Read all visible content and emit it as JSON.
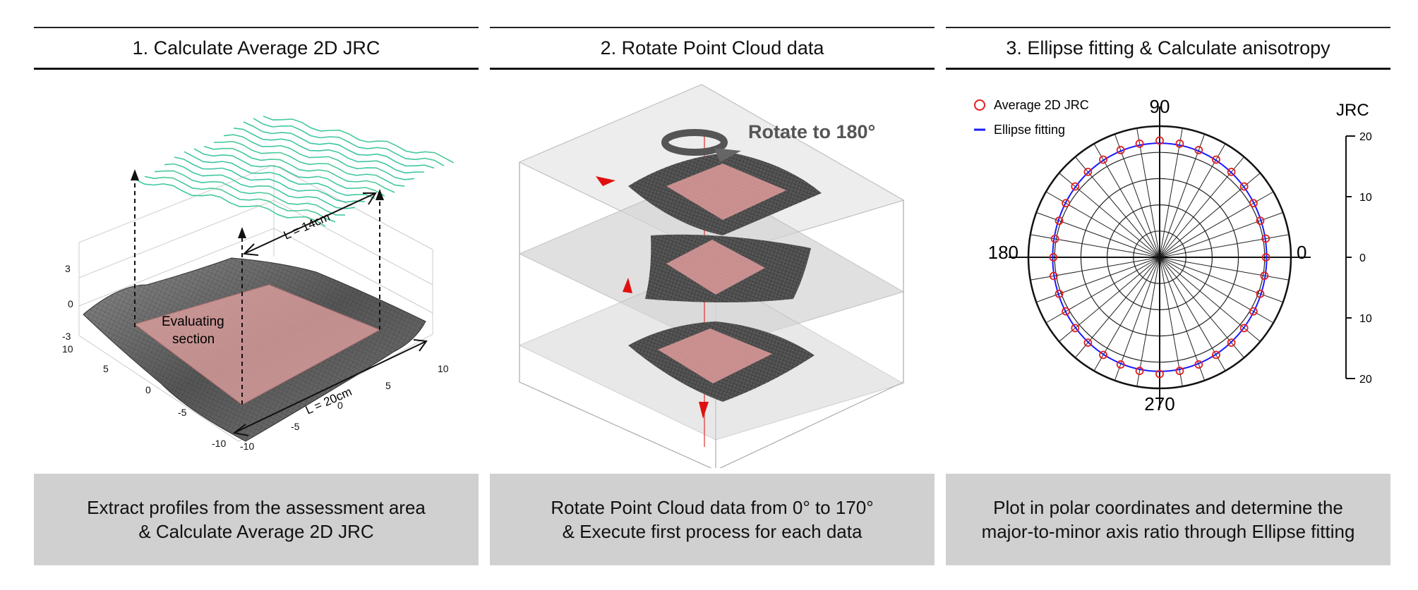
{
  "panels": [
    {
      "title": "1. Calculate Average 2D JRC",
      "caption_lines": [
        "Extract profiles from the assessment area",
        "& Calculate Average 2D JRC"
      ],
      "labels": {
        "length_top": "L = 14cm",
        "length_bottom": "L = 20cm",
        "section_line1": "Evaluating",
        "section_line2": "section"
      },
      "z_ticks": [
        "3",
        "0",
        "-3"
      ],
      "y_ticks": [
        "10",
        "5",
        "0",
        "-5",
        "-10"
      ],
      "x_ticks": [
        "-10",
        "-5",
        "0",
        "5",
        "10"
      ]
    },
    {
      "title": "2. Rotate Point Cloud data",
      "caption_lines": [
        "Rotate Point Cloud data from 0° to 170°",
        "& Execute first process for each data"
      ],
      "labels": {
        "rotate": "Rotate to 180°"
      }
    },
    {
      "title": "3. Ellipse fitting & Calculate anisotropy",
      "caption_lines": [
        "Plot in polar coordinates and determine the",
        "major-to-minor axis ratio through Ellipse fitting"
      ],
      "legend": [
        {
          "label": "Average 2D JRC",
          "marker": "circle",
          "color": "#e02020"
        },
        {
          "label": "Ellipse fitting",
          "marker": "line",
          "color": "#1a1aff"
        }
      ],
      "angle_labels": {
        "top": "90",
        "left": "180",
        "right": "0",
        "bottom": "270"
      },
      "jrc_axis": {
        "title": "JRC",
        "ticks": [
          "20",
          "10",
          "0",
          "10",
          "20"
        ]
      }
    }
  ],
  "chart_data": {
    "type": "scatter",
    "coordinate_system": "polar",
    "rlim": [
      0,
      20
    ],
    "theta_step_deg": 10,
    "series": [
      {
        "name": "Average 2D JRC",
        "theta_deg": [
          0,
          10,
          20,
          30,
          40,
          50,
          60,
          70,
          80,
          90,
          100,
          110,
          120,
          130,
          140,
          150,
          160,
          170,
          180,
          190,
          200,
          210,
          220,
          230,
          240,
          250,
          260,
          270,
          280,
          290,
          300,
          310,
          320,
          330,
          340,
          350
        ],
        "r": [
          16.2,
          16.4,
          16.3,
          16.5,
          16.8,
          17.0,
          17.2,
          17.4,
          17.6,
          17.8,
          17.6,
          17.4,
          17.2,
          17.0,
          16.8,
          16.5,
          16.3,
          16.2,
          16.2,
          16.4,
          16.3,
          16.5,
          16.8,
          17.0,
          17.2,
          17.4,
          17.6,
          17.8,
          17.6,
          17.4,
          17.2,
          17.0,
          16.8,
          16.5,
          16.3,
          16.2
        ]
      },
      {
        "name": "Ellipse fitting",
        "major": 17.4,
        "minor": 16.3,
        "major_axis_deg": 90
      }
    ]
  }
}
